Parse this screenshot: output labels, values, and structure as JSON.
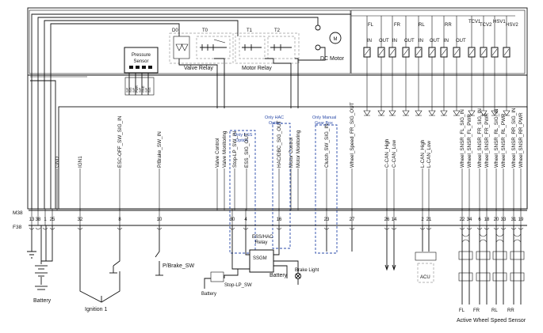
{
  "top_labels": {
    "pressure_sensor": [
      "Pressure",
      "Sensor"
    ],
    "d0": "D0",
    "t0": "T0",
    "t1": "T1",
    "t2": "T2",
    "valve_relay": "Valve Relay",
    "motor_relay": "Motor Relay",
    "dc_motor": "DC Motor",
    "sensor_pins": [
      "SIP",
      "SIP",
      "SIP",
      "SIP"
    ],
    "sensor_pins_b": [
      "SIG",
      "PWR",
      "GND",
      "SIG"
    ]
  },
  "valve_groups": [
    "FL",
    "FR",
    "RL",
    "RR"
  ],
  "valve_io": [
    "IN",
    "OUT",
    "IN",
    "OUT",
    "IN",
    "OUT",
    "IN",
    "OUT"
  ],
  "tcv_labels": [
    "TCV1",
    "TCV2",
    "HSV1",
    "HSV2"
  ],
  "signals": [
    {
      "id": "gnd",
      "text": "GND"
    },
    {
      "id": "ign1",
      "text": "IGN1"
    },
    {
      "id": "esc_off",
      "text": "ESC-OFF_SW_SIG_IN"
    },
    {
      "id": "pbrake",
      "text": "P/Brake_SW_IN"
    },
    {
      "id": "valve_ctrl",
      "text": "Valve Control"
    },
    {
      "id": "valve_mon",
      "text": "Valve Monitoring"
    },
    {
      "id": "stop_lp",
      "text": "Stop-LP_SW_IN"
    },
    {
      "id": "ess_sig",
      "text": "ESS_SIG_OUT"
    },
    {
      "id": "hac_dbc",
      "text": "HAC/DBC_SIG_OUT"
    },
    {
      "id": "motor_ctrl",
      "text": "Motor Control"
    },
    {
      "id": "motor_mon",
      "text": "Motor Monitoring"
    },
    {
      "id": "clutch",
      "text": "Clutch_SW_SIG_IN"
    },
    {
      "id": "wheel_speed_fr",
      "text": "Wheel_Speed_FR_SIG_OUT"
    },
    {
      "id": "ccan_high",
      "text": "C-CAN_High"
    },
    {
      "id": "ccan_low",
      "text": "C-CAN_Low"
    },
    {
      "id": "lcan_high",
      "text": "L-CAN_High"
    },
    {
      "id": "lcan_low",
      "text": "L-CAN_Low"
    },
    {
      "id": "fl_sig",
      "text": "Wheel_SNSR_FL_SIG_IN"
    },
    {
      "id": "fl_pwr",
      "text": "Wheel_SNSR_FL_PWR"
    },
    {
      "id": "fr_sig",
      "text": "Wheel_SNSR_FR_SIG_IN"
    },
    {
      "id": "fr_pwr",
      "text": "Wheel_SNSR_FR_PWR"
    },
    {
      "id": "rl_sig",
      "text": "Wheel_SNSR_RL_SIG_IN"
    },
    {
      "id": "rl_pwr",
      "text": "Wheel_SNSR_RL_PWR"
    },
    {
      "id": "rr_sig",
      "text": "Wheel_SNSR_RR_SIG_IN"
    },
    {
      "id": "rr_pwr",
      "text": "Wheel_SNSR_RR_PWR"
    }
  ],
  "options": {
    "ess": [
      "Only ESS",
      "Option"
    ],
    "hac": [
      "Only HAC",
      "Option"
    ],
    "manual": [
      "Only Manual",
      "Gear Box"
    ]
  },
  "connectors": {
    "m38": "M38",
    "f38": "F38"
  },
  "pins": [
    "13",
    "38",
    "1",
    "25",
    "32",
    "8",
    "10",
    "30",
    "4",
    "16",
    "23",
    "27",
    "26",
    "14",
    "2",
    "21",
    "22",
    "34",
    "6",
    "18",
    "20",
    "33",
    "31",
    "19"
  ],
  "bottom_labels": {
    "battery_left": "Battery",
    "ignition": "Ignition 1",
    "pbrake_sw": "P/Brake_SW",
    "ess_hac_relay": [
      "ESS/HAC",
      "Relay"
    ],
    "ssgm": "SSGM",
    "stop_lp_sw": "Stop-LP_SW",
    "battery_mid": "Battery",
    "battery_relay": "Battery",
    "brake_light": "Brake Light",
    "acu": "ACU",
    "wheel_letters": [
      "FL",
      "FR",
      "RL",
      "RR"
    ],
    "sensor_title": "Active Wheel Speed Sensor"
  }
}
